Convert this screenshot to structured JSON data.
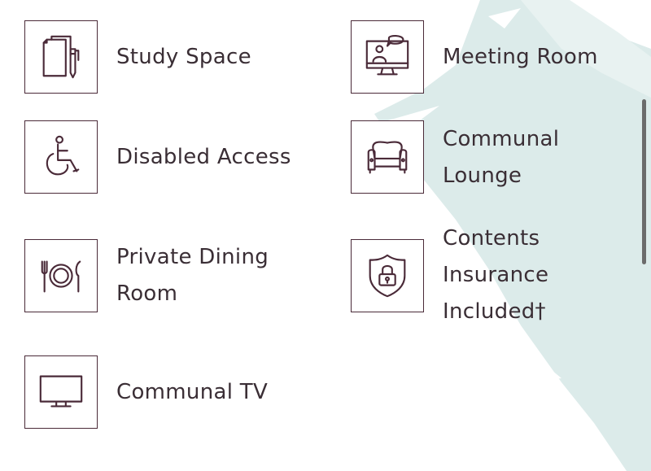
{
  "amenities": {
    "study_space": {
      "label": "Study Space",
      "icon": "document-pen-icon"
    },
    "meeting_room": {
      "label": "Meeting Room",
      "icon": "video-call-monitor-icon"
    },
    "disabled_access": {
      "label": "Disabled Access",
      "icon": "wheelchair-icon"
    },
    "communal_lounge": {
      "lines": [
        "Communal",
        "Lounge"
      ],
      "icon": "armchair-icon"
    },
    "private_dining_room": {
      "lines": [
        "Private Dining",
        "Room"
      ],
      "icon": "plate-cutlery-icon"
    },
    "contents_insurance": {
      "lines": [
        "Contents",
        "Insurance",
        "Included†"
      ],
      "icon": "shield-lock-icon"
    },
    "communal_tv": {
      "label": "Communal TV",
      "icon": "tv-icon"
    }
  },
  "colors": {
    "icon_stroke": "#4a2a38",
    "text": "#3a2e35",
    "brush_accent": "#dcebea"
  }
}
